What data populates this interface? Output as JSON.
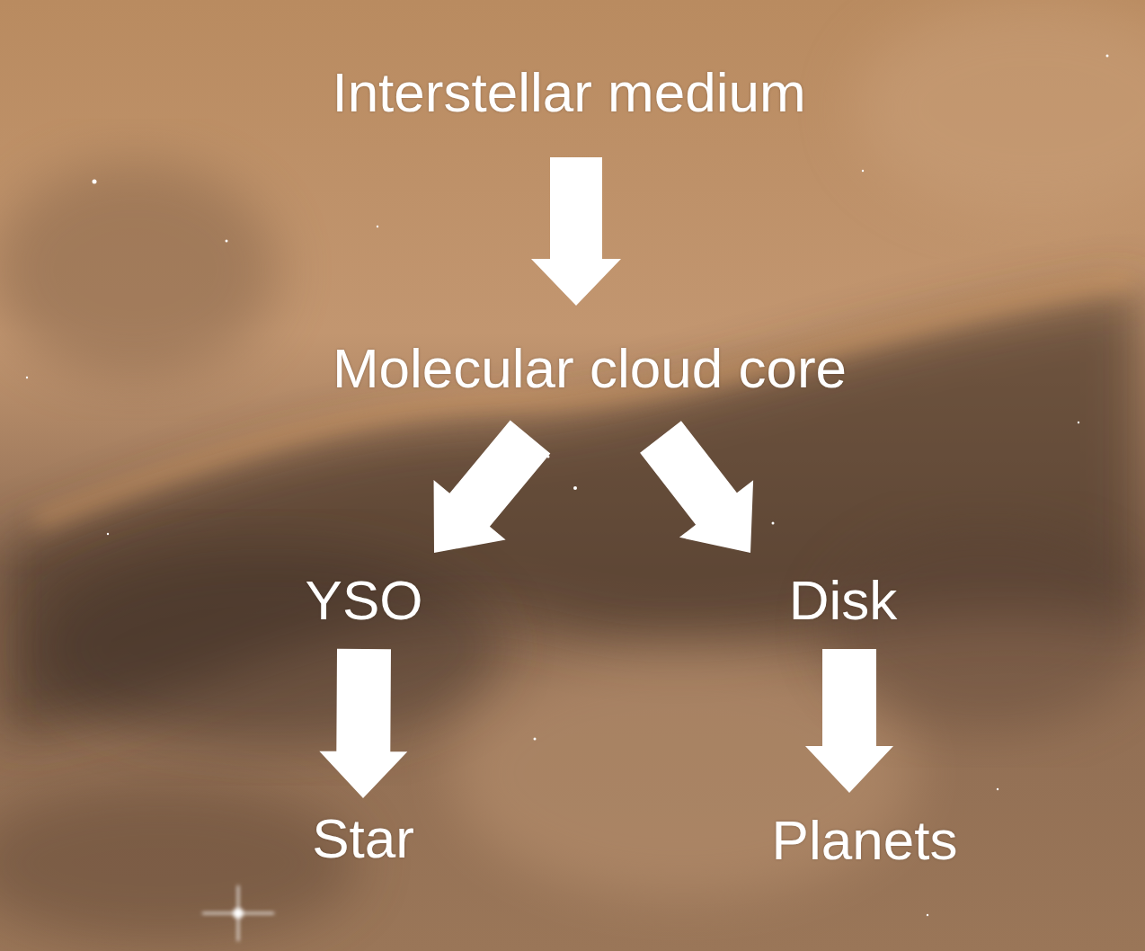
{
  "diagram": {
    "nodes": [
      {
        "text": [
          "Interstellar medium"
        ]
      },
      {
        "text": [
          "Molecular cloud core"
        ]
      },
      {
        "text": [
          "YSO"
        ]
      },
      {
        "text": [
          "Disk"
        ]
      },
      {
        "text": [
          "Star"
        ]
      },
      {
        "text": [
          "Planets"
        ]
      }
    ],
    "edges": [
      {
        "from": 0,
        "to": 1,
        "arrow": "to"
      },
      {
        "from": 1,
        "to": 2,
        "arrow": "to"
      },
      {
        "from": 1,
        "to": 3,
        "arrow": "to"
      },
      {
        "from": 2,
        "to": 4,
        "arrow": "to"
      },
      {
        "from": 3,
        "to": 5,
        "arrow": "to"
      }
    ]
  }
}
